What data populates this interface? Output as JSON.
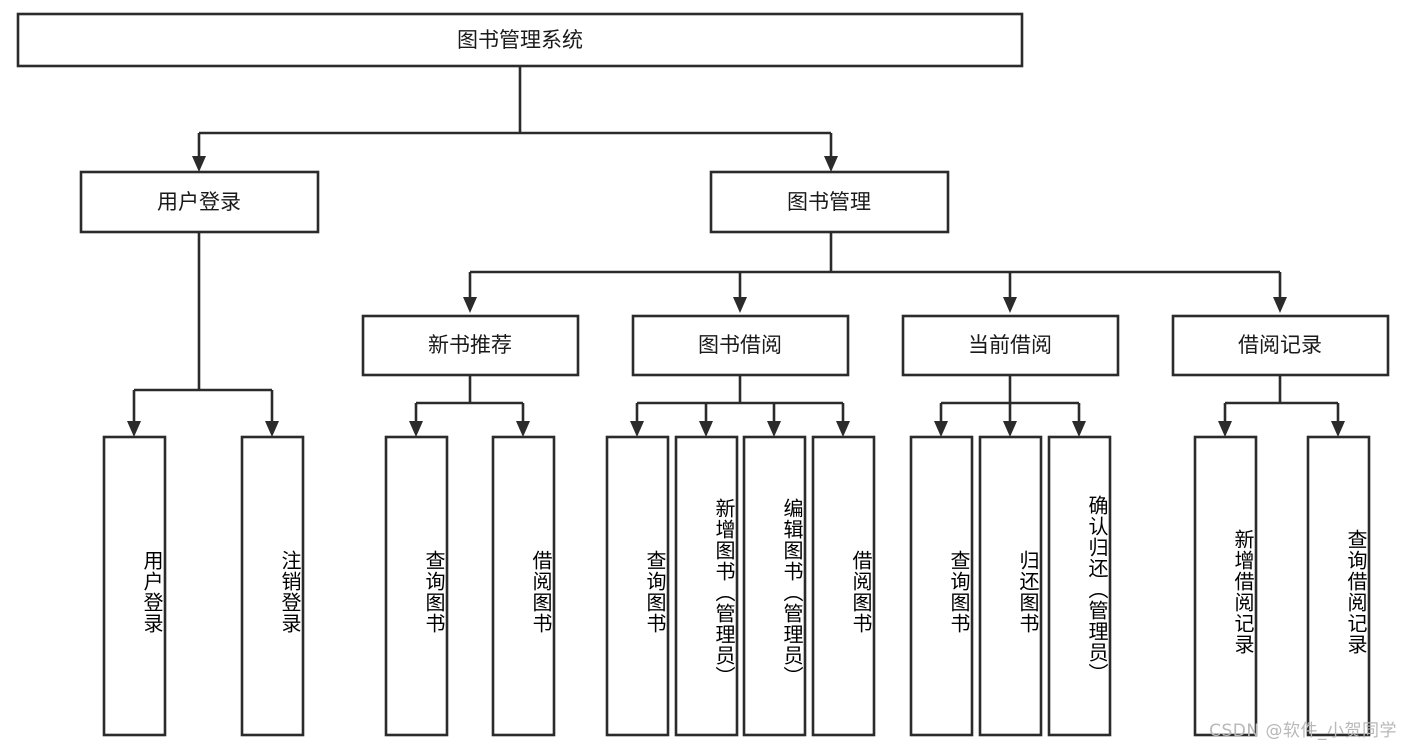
{
  "diagram": {
    "type": "tree-hierarchy-flowchart",
    "title": "图书管理系统",
    "root": {
      "id": "root",
      "label": "图书管理系统"
    },
    "level2": [
      {
        "id": "user-login",
        "label": "用户登录"
      },
      {
        "id": "book-management",
        "label": "图书管理"
      }
    ],
    "level3": [
      {
        "id": "new-book-recommend",
        "label": "新书推荐",
        "parent": "book-management"
      },
      {
        "id": "book-borrow",
        "label": "图书借阅",
        "parent": "book-management"
      },
      {
        "id": "current-borrow",
        "label": "当前借阅",
        "parent": "book-management"
      },
      {
        "id": "borrow-record",
        "label": "借阅记录",
        "parent": "book-management"
      }
    ],
    "leaves": [
      {
        "id": "leaf-user-login",
        "label": "用户登录",
        "parent": "user-login"
      },
      {
        "id": "leaf-logout-login",
        "label": "注销登录",
        "parent": "user-login"
      },
      {
        "id": "leaf-query-book-1",
        "label": "查询图书",
        "parent": "new-book-recommend"
      },
      {
        "id": "leaf-borrow-book-1",
        "label": "借阅图书",
        "parent": "new-book-recommend"
      },
      {
        "id": "leaf-query-book-2",
        "label": "查询图书",
        "parent": "book-borrow"
      },
      {
        "id": "leaf-add-book",
        "label": "新增图书（管理员）",
        "parent": "book-borrow"
      },
      {
        "id": "leaf-edit-book",
        "label": "编辑图书（管理员）",
        "parent": "book-borrow"
      },
      {
        "id": "leaf-borrow-book-2",
        "label": "借阅图书",
        "parent": "book-borrow"
      },
      {
        "id": "leaf-query-book-3",
        "label": "查询图书",
        "parent": "current-borrow"
      },
      {
        "id": "leaf-return-book",
        "label": "归还图书",
        "parent": "current-borrow"
      },
      {
        "id": "leaf-confirm-return",
        "label": "确认归还（管理员）",
        "parent": "current-borrow"
      },
      {
        "id": "leaf-add-record",
        "label": "新增借阅记录",
        "parent": "borrow-record"
      },
      {
        "id": "leaf-query-record",
        "label": "查询借阅记录",
        "parent": "borrow-record"
      }
    ],
    "colors": {
      "stroke": "#2b2b2b",
      "fill": "#ffffff",
      "text": "#1a1a1a",
      "watermark": "#b8b8b8"
    }
  },
  "watermark": {
    "text": "CSDN @软件_小贺同学"
  }
}
